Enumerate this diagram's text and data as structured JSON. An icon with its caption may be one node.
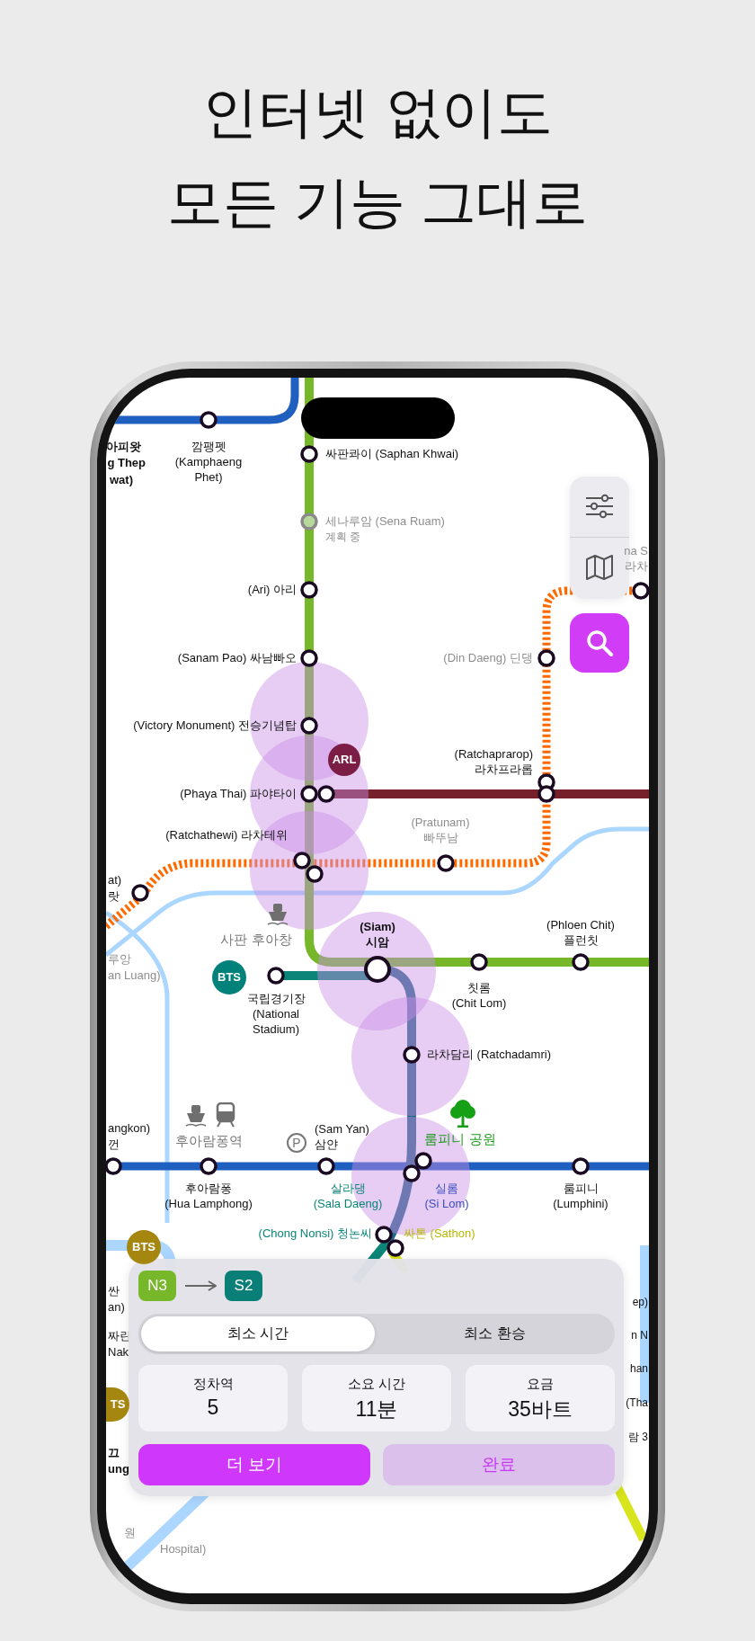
{
  "diagram": {
    "title": "인터넷 없이도 모든 기능 그대로",
    "nodes": [
      {
        "text": [
          "ARL"
        ]
      },
      {
        "text": [
          "BTS"
        ]
      },
      {
        "text": [
          "BTS"
        ]
      },
      {
        "text": [
          "TS"
        ]
      },
      {
        "text": [
          "N3"
        ]
      },
      {
        "text": [
          "S2"
        ]
      },
      {
        "text": [
          "최소 시간"
        ]
      },
      {
        "text": [
          "최소 환승"
        ]
      },
      {
        "text": [
          "정차역",
          "5"
        ]
      },
      {
        "text": [
          "소요 시간",
          "11분"
        ]
      },
      {
        "text": [
          "요금",
          "35바트"
        ]
      },
      {
        "text": [
          "더 보기"
        ]
      },
      {
        "text": [
          "완료"
        ]
      }
    ],
    "edges": [
      {
        "from": 4,
        "to": 5,
        "arrow": "to"
      }
    ],
    "labels": [
      "아피왓",
      "g Thep",
      "wat)",
      "깜팽펫 (Kamphaeng Phet)",
      "싸판콰이 (Saphan Khwai)",
      "세나루암 (Sena Ruam)",
      "계획 중",
      "na S",
      "라차",
      "(Ari) 아리",
      "(Sanam Pao) 싸남빠오",
      "(Din Daeng) 딘댕",
      "(Victory Monument) 전승기념탑",
      "(Ratchaprarop) 라차프라롭",
      "(Phaya Thai) 파야타이",
      "(Pratunam) 빠뚜남",
      "(Ratchathewi) 라차테위",
      "at)",
      "랏",
      "사판 후아창",
      "(Siam) 시암",
      "(Phloen Chit) 플런칫",
      "루앙",
      "an Luang)",
      "국립경기장 (National Stadium)",
      "칫롬 (Chit Lom)",
      "라차담리 (Ratchadamri)",
      "angkon)",
      "껀",
      "후아람퐁역",
      "P",
      "(Sam Yan) 삼얀",
      "룸피니 공원",
      "후아람퐁 (Hua Lamphong)",
      "살라댕 (Sala Daeng)",
      "실롬 (Si Lom)",
      "룸피니 (Lumphini)",
      "(Chong Nonsi) 청논씨",
      "싸톤 (Sathon)",
      "싼",
      "an)",
      "ep)",
      "짜란",
      "n N",
      "Nak",
      "han",
      "(Tha",
      "람 3",
      "끄",
      "ung",
      "원",
      "Hospital)"
    ]
  }
}
